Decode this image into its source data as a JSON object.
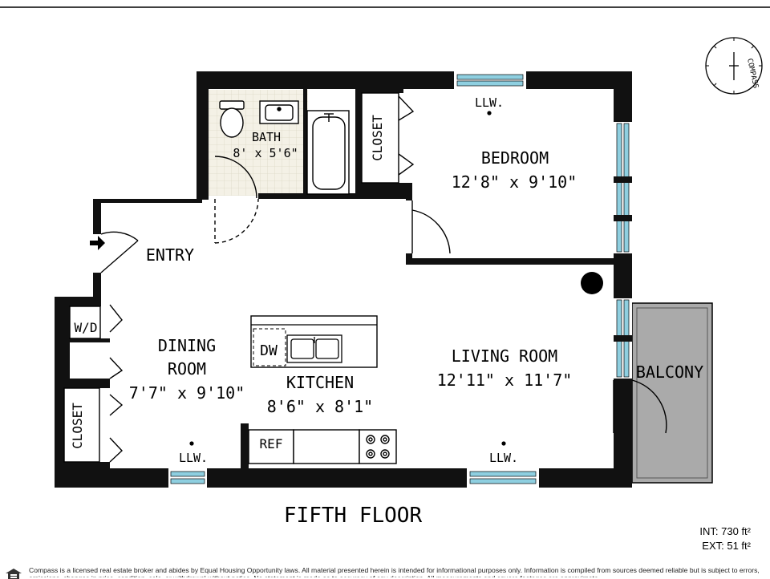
{
  "plan": {
    "floor_label": "FIFTH FLOOR",
    "compass_label": "COMPASS",
    "rooms": {
      "bath": {
        "name": "BATH",
        "dims": "8' x 5'6\""
      },
      "bedroom": {
        "name": "BEDROOM",
        "dims": "12'8\" x 9'10\""
      },
      "closet_top": {
        "name": "CLOSET"
      },
      "closet_bottom": {
        "name": "CLOSET"
      },
      "entry": {
        "name": "ENTRY"
      },
      "dining": {
        "name_line1": "DINING",
        "name_line2": "ROOM",
        "dims": "7'7\" x 9'10\""
      },
      "kitchen": {
        "name": "KITCHEN",
        "dims": "8'6\" x 8'1\""
      },
      "living": {
        "name": "LIVING ROOM",
        "dims": "12'11\" x 11'7\""
      },
      "balcony": {
        "name": "BALCONY"
      }
    },
    "fixtures": {
      "washer_dryer": "W/D",
      "dishwasher": "DW",
      "refrigerator": "REF",
      "light_bedroom": "LLW.",
      "light_dining": "LLW.",
      "light_living": "LLW."
    }
  },
  "areas": {
    "interior": "INT: 730 ft²",
    "exterior": "EXT: 51 ft²"
  },
  "disclaimer": "Compass is a licensed real estate broker and abides by Equal Housing Opportunity laws. All material presented herein is intended for informational purposes only. Information is compiled from sources deemed reliable but is subject to errors, omissions, changes in price, condition, sale, or withdrawal without notice. No statement is made as to accuracy of any description. All measurements and square footages are approximate."
}
